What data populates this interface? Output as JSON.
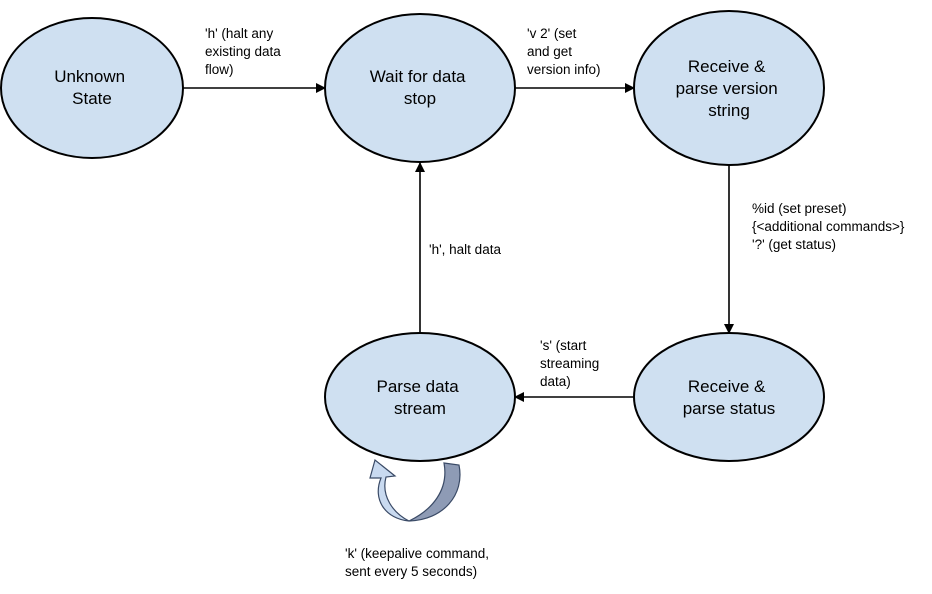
{
  "states": {
    "unknown": {
      "lines": [
        "Unknown",
        "State"
      ]
    },
    "wait": {
      "lines": [
        "Wait for data",
        "stop"
      ]
    },
    "receive_version": {
      "lines": [
        "Receive &",
        "parse version",
        "string"
      ]
    },
    "receive_status": {
      "lines": [
        "Receive &",
        "parse status"
      ]
    },
    "parse_stream": {
      "lines": [
        "Parse data",
        "stream"
      ]
    }
  },
  "transitions": {
    "unknown_to_wait": {
      "lines": [
        "'h' (halt any",
        "existing data",
        "flow)"
      ]
    },
    "wait_to_version": {
      "lines": [
        "'v 2' (set",
        "and get",
        "version info)"
      ]
    },
    "version_to_status": {
      "lines": [
        "%id (set preset)",
        "{<additional commands>}",
        "'?' (get status)"
      ]
    },
    "status_to_stream": {
      "lines": [
        "'s' (start",
        "streaming",
        "data)"
      ]
    },
    "stream_to_wait": {
      "lines": [
        "'h', halt data"
      ]
    },
    "stream_keepalive": {
      "lines": [
        "'k' (keepalive command,",
        "sent every 5 seconds)"
      ]
    }
  },
  "colors": {
    "state_fill": "#cfe0f1",
    "state_stroke": "#000000",
    "loop_fill": "#c9daf0",
    "loop_shade": "#8e9bb5"
  }
}
